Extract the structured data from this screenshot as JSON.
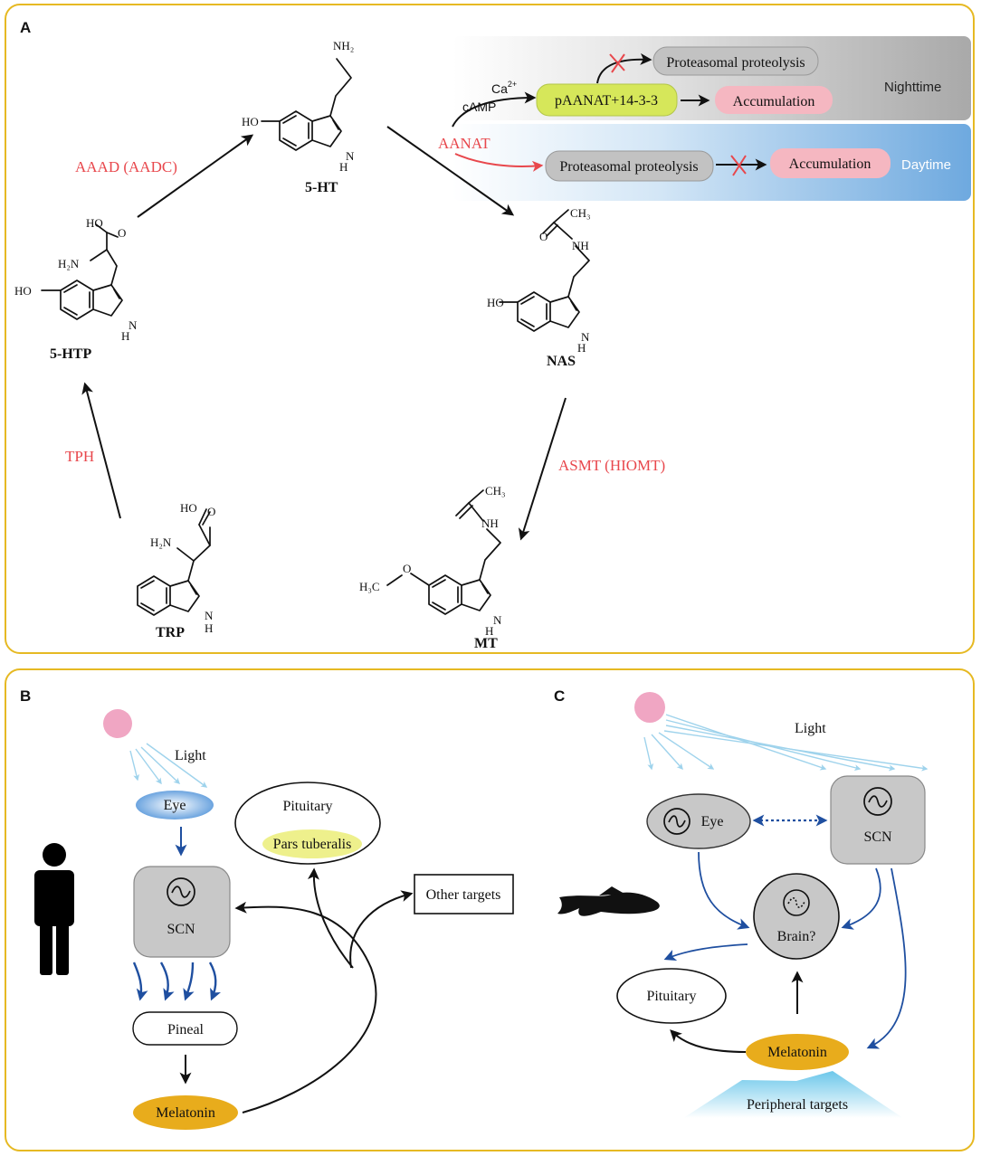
{
  "panels": {
    "a": {
      "letter": "A"
    },
    "b": {
      "letter": "B"
    },
    "c": {
      "letter": "C"
    }
  },
  "molecules": {
    "trp": {
      "name": "TRP"
    },
    "htp": {
      "name": "5-HTP"
    },
    "ht": {
      "name": "5-HT"
    },
    "nas": {
      "name": "NAS"
    },
    "mt": {
      "name": "MT"
    }
  },
  "atoms": {
    "ho": "HO",
    "h2n": "H₂N",
    "nh2": "NH₂",
    "nh": "NH",
    "h": "H",
    "n": "N",
    "o": "O",
    "ch3": "CH₃",
    "h3c": "H₃C"
  },
  "enzymes": {
    "tph": "TPH",
    "aaad": "AAAD (AADC)",
    "aanat": "AANAT",
    "asmt": "ASMT (HIOMT)"
  },
  "regulation": {
    "ca": "Ca",
    "ca_sup": "2+",
    "camp": "cAMP",
    "complex": "pAANAT+14-3-3",
    "proteolysis_night": "Proteasomal proteolysis",
    "accumulation_night": "Accumulation",
    "nighttime": "Nighttime",
    "proteolysis_day": "Proteasomal proteolysis",
    "accumulation_day": "Accumulation",
    "daytime": "Daytime"
  },
  "panel_b": {
    "light": "Light",
    "eye": "Eye",
    "scn": "SCN",
    "pineal": "Pineal",
    "melatonin": "Melatonin",
    "pituitary": "Pituitary",
    "pars_tuberalis": "Pars tuberalis",
    "other_targets": "Other targets"
  },
  "panel_c": {
    "light": "Light",
    "eye": "Eye",
    "scn": "SCN",
    "brain": "Brain?",
    "pituitary": "Pituitary",
    "melatonin": "Melatonin",
    "peripheral": "Peripheral targets"
  },
  "colors": {
    "frame": "#e6b923",
    "enzyme": "#e8474c",
    "arrow_blue": "#1f4fa0",
    "light_ray": "#9fd3ec",
    "sun": "#f0a6c3",
    "melatonin": "#e8ac1c",
    "complex": "#d6e75a",
    "accumulation": "#f5b7c1",
    "proteolysis": "#c2c2c2",
    "pars": "#eef08c",
    "inhibit": "#e8474c"
  }
}
